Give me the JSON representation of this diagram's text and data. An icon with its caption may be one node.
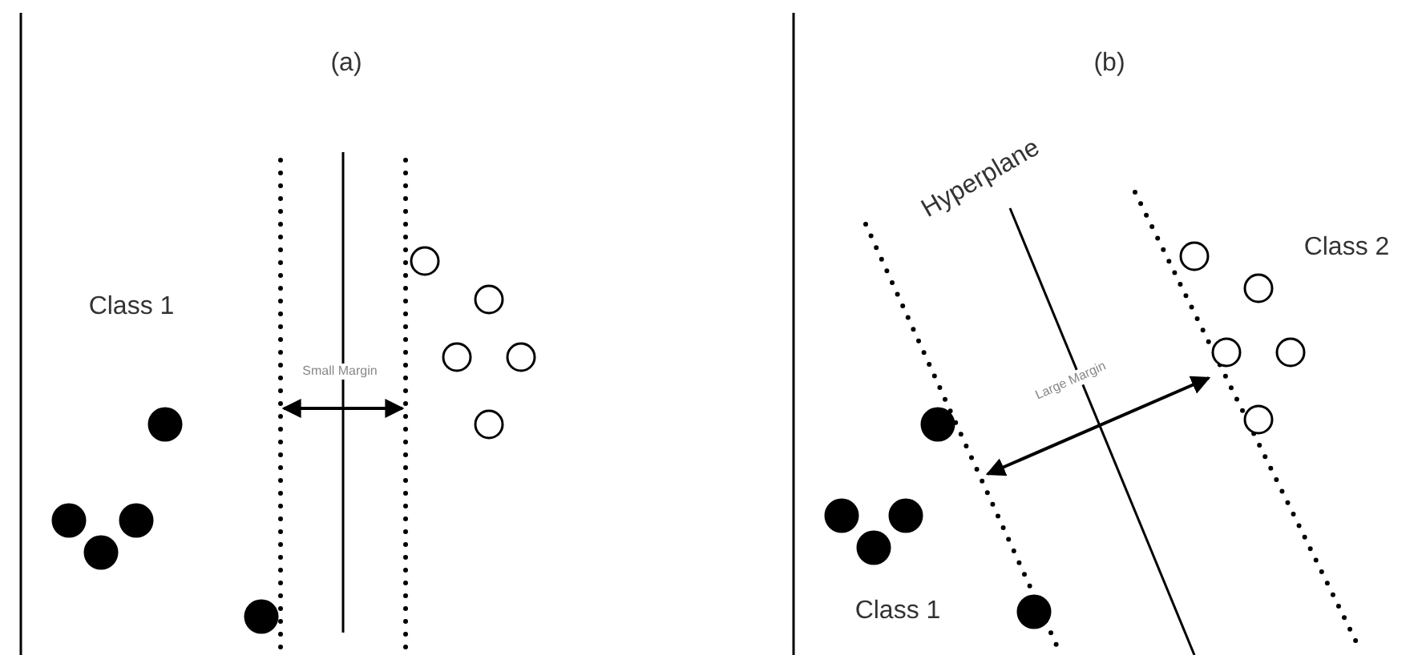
{
  "diagram": {
    "labels": [
      "(a)",
      "Class 1",
      "Small Margin",
      "(b)",
      "Hyperplane",
      "Class 2",
      "Large Margin",
      "Class 1"
    ]
  }
}
